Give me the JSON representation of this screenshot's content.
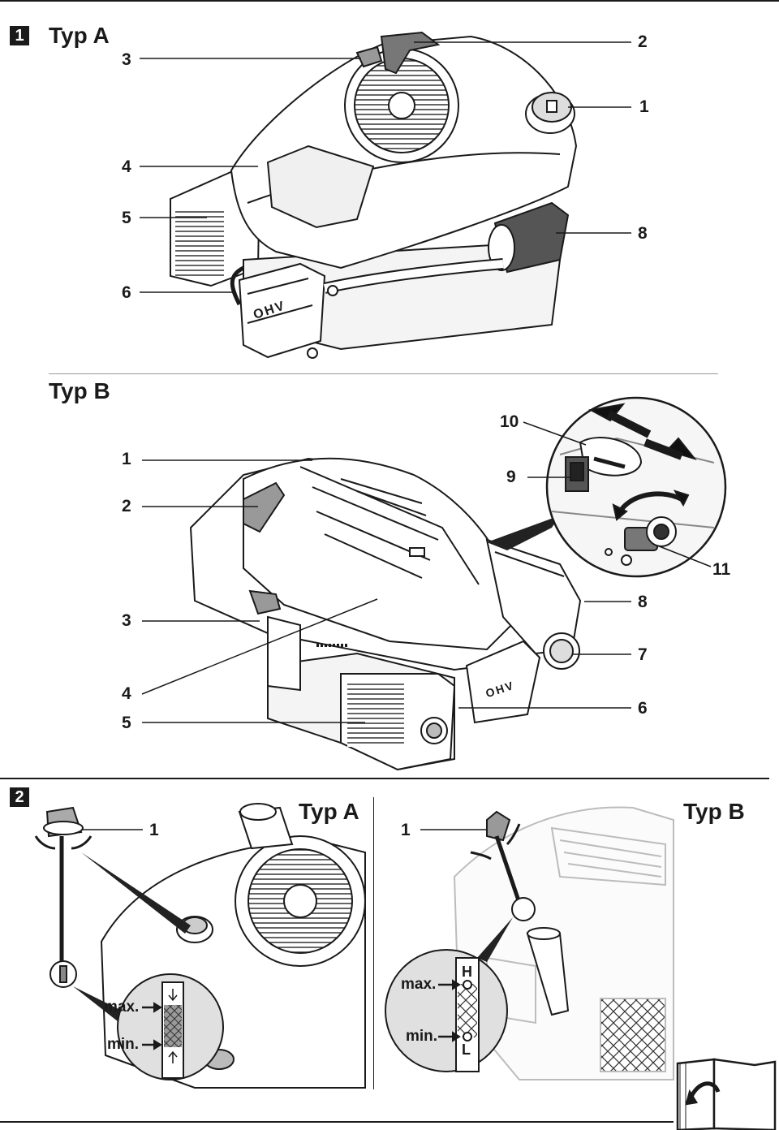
{
  "section1": {
    "badge": "1",
    "typA": {
      "heading": "Typ A",
      "callouts": [
        "1",
        "2",
        "3",
        "4",
        "5",
        "6",
        "8"
      ],
      "engine_mark": "OHV"
    },
    "typB": {
      "heading": "Typ B",
      "callouts": [
        "1",
        "2",
        "3",
        "4",
        "5",
        "6",
        "7",
        "8",
        "9",
        "10",
        "11"
      ],
      "engine_mark": "OHV"
    }
  },
  "section2": {
    "badge": "2",
    "typA": {
      "heading": "Typ A",
      "callout": "1",
      "max_label": "max.",
      "min_label": "min."
    },
    "typB": {
      "heading": "Typ B",
      "callout": "1",
      "max_label": "max.",
      "min_label": "min.",
      "high_mark": "H",
      "low_mark": "L"
    }
  },
  "icons": [
    "manual-book-icon",
    "turn-page-arrow-icon"
  ]
}
